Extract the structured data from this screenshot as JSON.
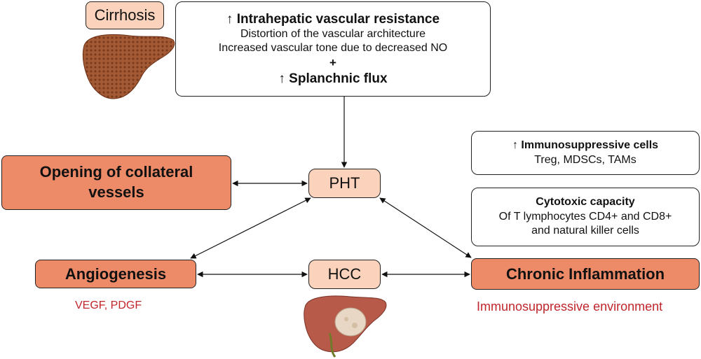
{
  "cirrhosis": {
    "label": "Cirrhosis"
  },
  "resistance_box": {
    "line1": "↑ Intrahepatic vascular resistance",
    "line2": "Distortion of the vascular architecture",
    "line3": "Increased vascular tone due to decreased NO",
    "plus": "+",
    "line5": "↑ Splanchnic flux"
  },
  "pht": {
    "label": "PHT"
  },
  "hcc": {
    "label": "HCC"
  },
  "collateral": {
    "label": "Opening of collateral vessels"
  },
  "angiogenesis": {
    "label": "Angiogenesis",
    "note": "VEGF, PDGF"
  },
  "inflammation": {
    "label": "Chronic Inflammation",
    "note": "Immunosuppressive environment"
  },
  "immuno_box": {
    "title": "↑ Immunosuppressive cells",
    "body": "Treg, MDSCs, TAMs"
  },
  "cytotoxic_box": {
    "title": "Cytotoxic capacity",
    "line1": "Of T lymphocytes CD4+ and CD8+",
    "line2": "and natural killer cells"
  },
  "colors": {
    "salmon": "#ed8a68",
    "peach": "#fbd3bd",
    "red_text": "#c0262b",
    "liver": "#9b4a2a",
    "tumor": "#e8d7c4"
  }
}
